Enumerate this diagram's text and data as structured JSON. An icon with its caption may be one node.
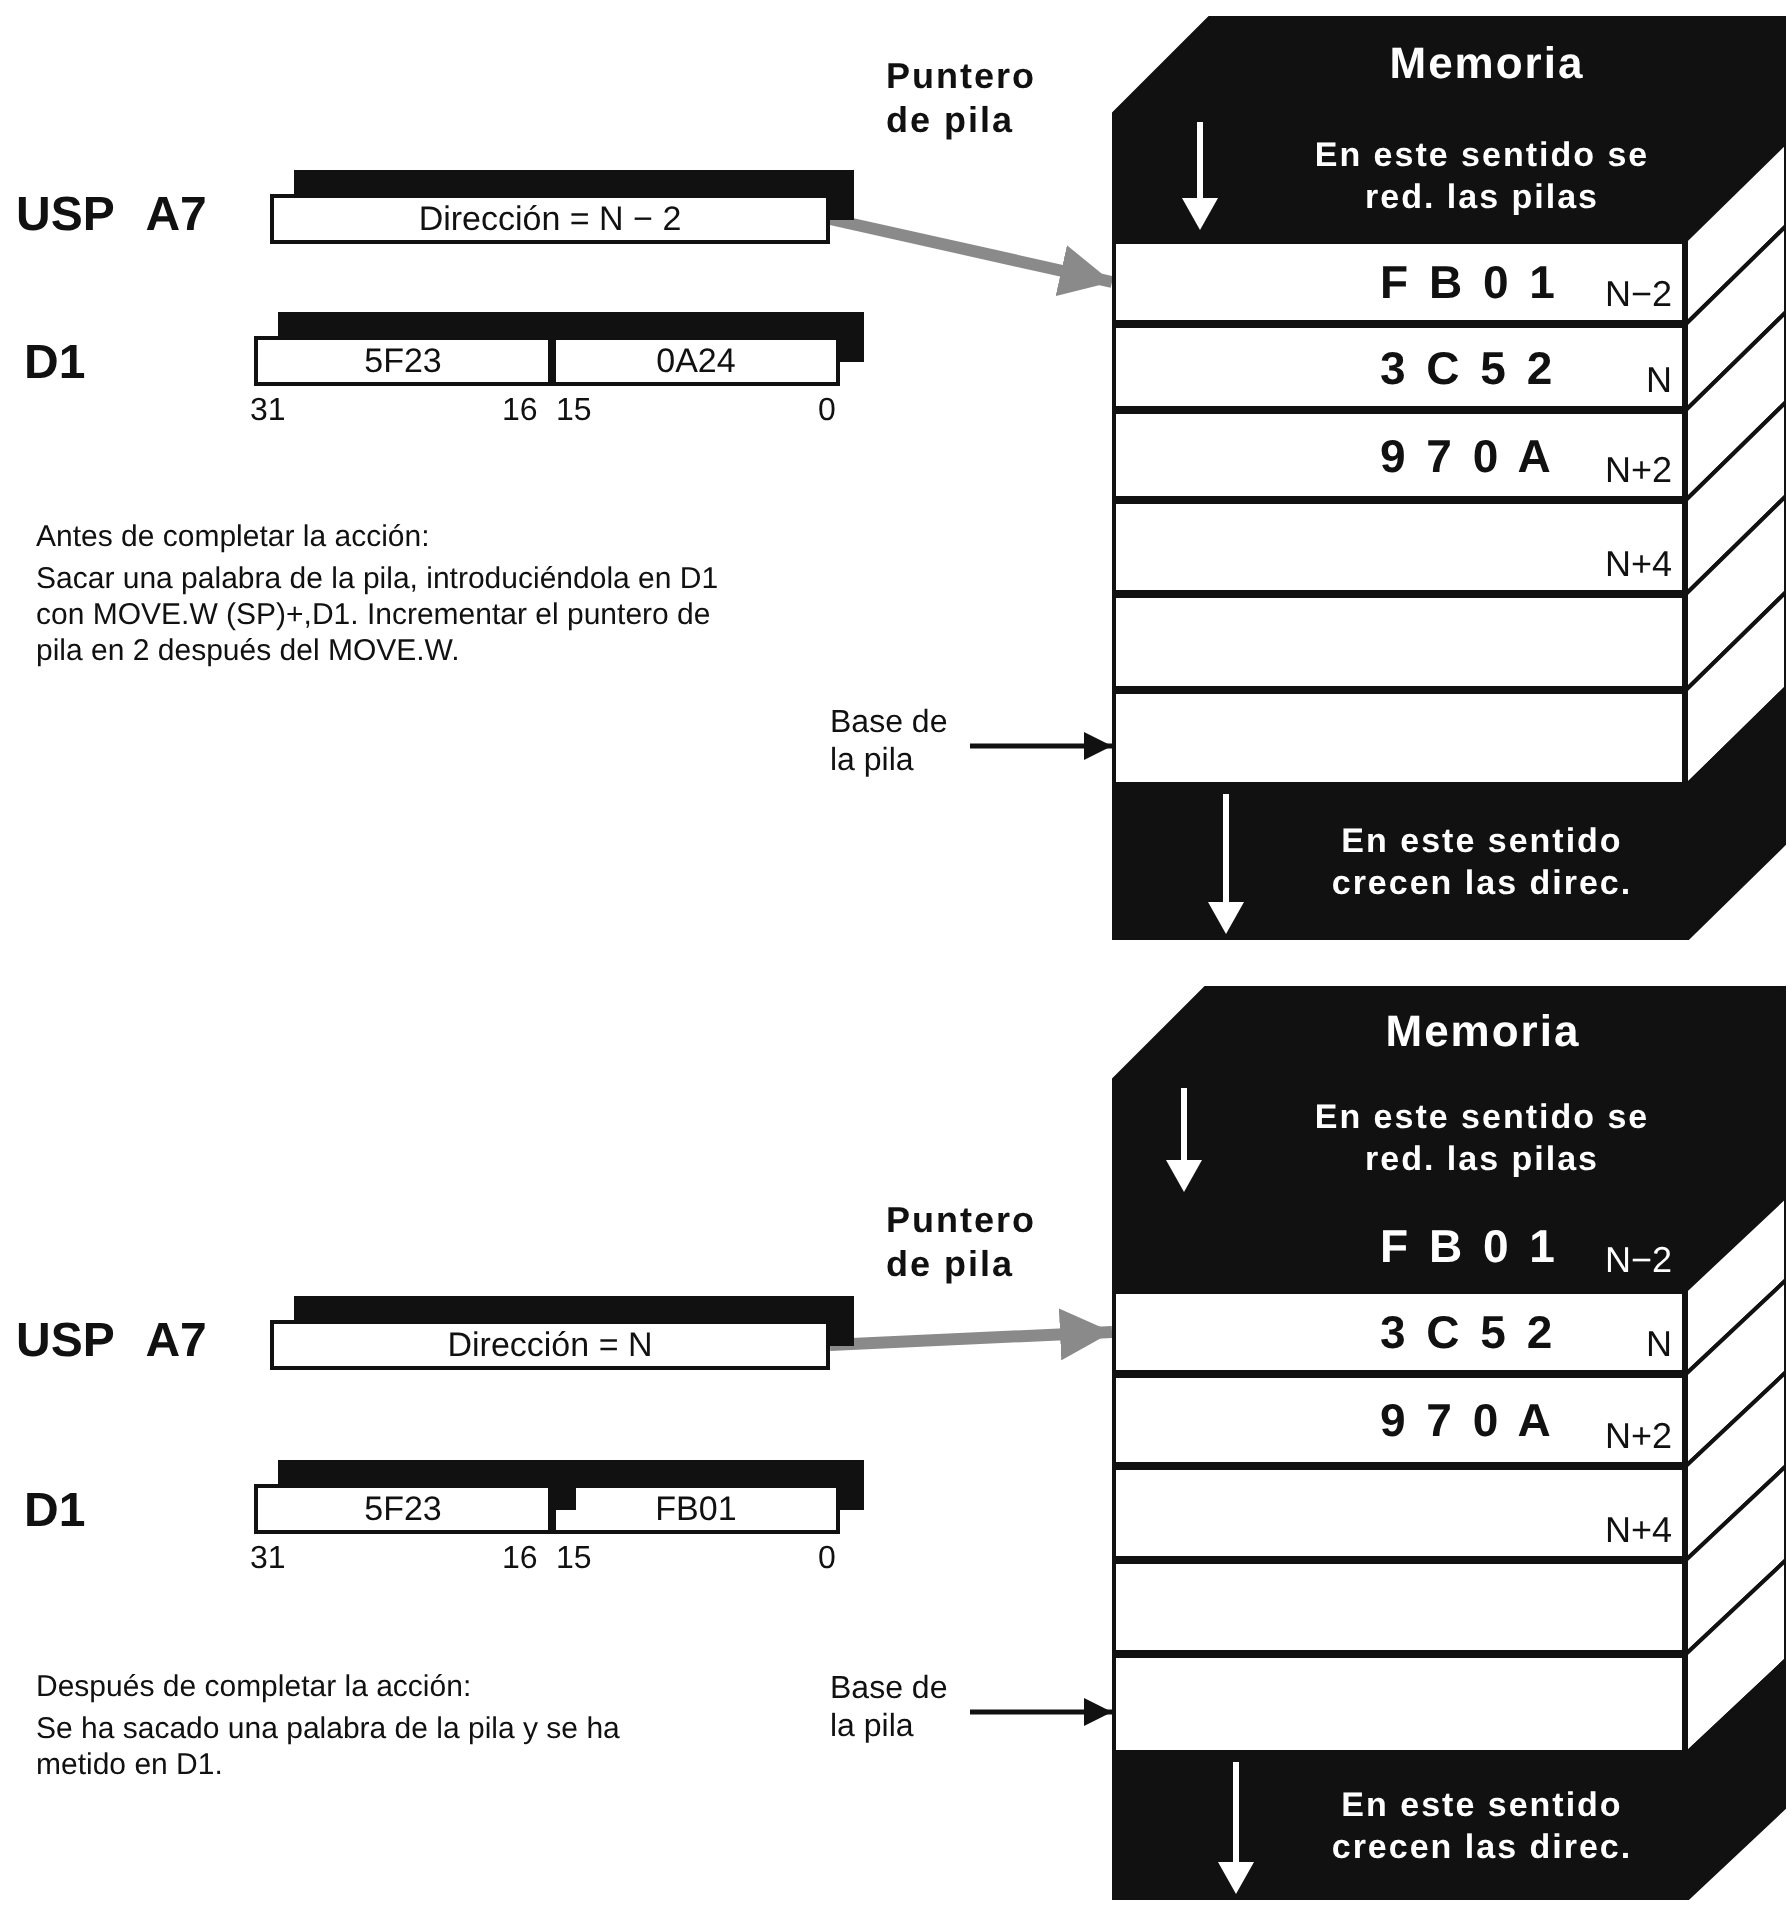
{
  "diagram": {
    "nodes": [
      {
        "text": [
          "Dirección = N − 2"
        ],
        "beside": [
          "USP A7"
        ]
      },
      {
        "text": [
          "5F23"
        ],
        "beside": [
          "31",
          "16"
        ]
      },
      {
        "text": [
          "0A24"
        ],
        "beside": [
          "15",
          "0"
        ]
      },
      {
        "text": [
          "Memoria"
        ]
      },
      {
        "text": [
          "En este sentido se red. las pilas"
        ],
        "in": 3
      },
      {
        "text": [
          "F B 0 1",
          "N−2"
        ],
        "in": 3
      },
      {
        "text": [
          "3 C 5 2",
          "N"
        ],
        "in": 3
      },
      {
        "text": [
          "9 7 0 A",
          "N+2"
        ],
        "in": 3
      },
      {
        "text": [
          "N+4"
        ],
        "in": 3
      },
      {
        "text": [],
        "shape": "box",
        "in": 3
      },
      {
        "text": [],
        "shape": "box",
        "in": 3
      },
      {
        "text": [
          "En este sentido crecen las direc."
        ],
        "in": 3
      },
      {
        "text": [
          "Base de la pila"
        ]
      },
      {
        "text": [
          "Dirección = N"
        ],
        "beside": [
          "USP A7"
        ]
      },
      {
        "text": [
          "5F23"
        ],
        "beside": [
          "31",
          "16"
        ]
      },
      {
        "text": [
          "FB01"
        ],
        "beside": [
          "15",
          "0"
        ]
      },
      {
        "text": [
          "Memoria"
        ]
      },
      {
        "text": [
          "En este sentido se red. las pilas"
        ],
        "in": 16
      },
      {
        "text": [
          "F B 0 1",
          "N−2"
        ],
        "in": 16
      },
      {
        "text": [
          "3 C 5 2",
          "N"
        ],
        "in": 16
      },
      {
        "text": [
          "9 7 0 A",
          "N+2"
        ],
        "in": 16
      },
      {
        "text": [
          "N+4"
        ],
        "in": 16
      },
      {
        "text": [],
        "shape": "box",
        "in": 16
      },
      {
        "text": [],
        "shape": "box",
        "in": 16
      },
      {
        "text": [
          "En este sentido crecen las direc."
        ],
        "in": 16
      },
      {
        "text": [
          "Base de la pila"
        ]
      }
    ],
    "edges": [
      {
        "from": 0,
        "to": 5,
        "arrow": "to",
        "label": "Puntero de pila",
        "style": "thick"
      },
      {
        "from": 12,
        "to": 10,
        "arrow": "to",
        "color": "#111111"
      },
      {
        "from": 13,
        "to": 19,
        "arrow": "to",
        "label": "Puntero de pila",
        "style": "thick"
      },
      {
        "from": 25,
        "to": 23,
        "arrow": "to",
        "color": "#111111"
      }
    ],
    "labels": [
      "D1",
      "Antes de completar la acción:",
      "Sacar una palabra de la pila, introduciéndola en D1 con MOVE.W (SP)+,D1. Incrementar el puntero de pila en 2 después del MOVE.W.",
      "D1",
      "Después de completar la acción:",
      "Se ha sacado una palabra de la pila y se ha metido en D1."
    ]
  }
}
